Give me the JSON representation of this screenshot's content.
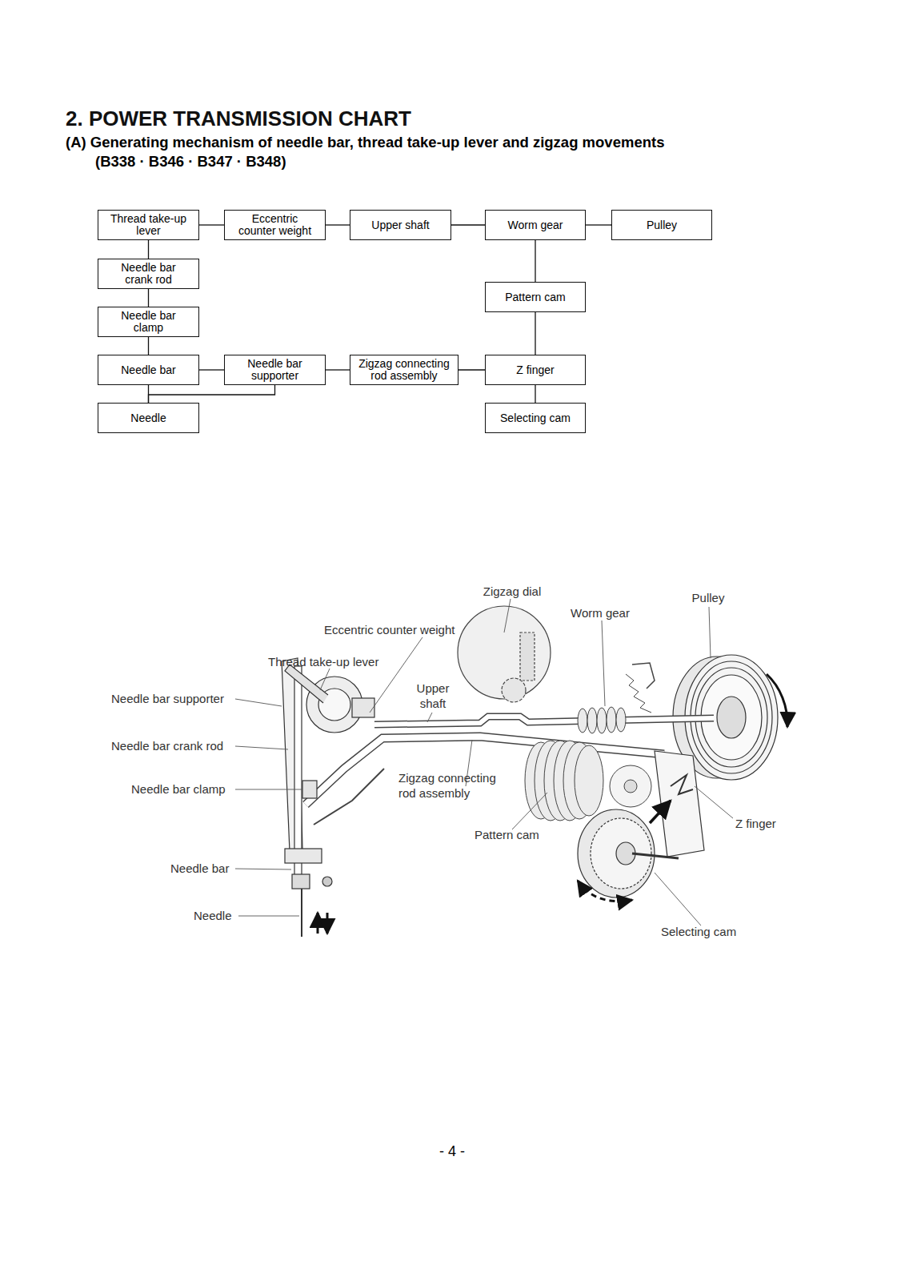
{
  "diagram": {
    "title": "2. POWER TRANSMISSION CHART",
    "nodes": [
      {
        "text": [
          "Thread take-up lever"
        ]
      },
      {
        "text": [
          "Eccentric counter weight"
        ]
      },
      {
        "text": [
          "Upper shaft"
        ]
      },
      {
        "text": [
          "Worm gear"
        ]
      },
      {
        "text": [
          "Pulley"
        ]
      },
      {
        "text": [
          "Needle bar crank rod"
        ]
      },
      {
        "text": [
          "Pattern cam"
        ]
      },
      {
        "text": [
          "Needle bar clamp"
        ]
      },
      {
        "text": [
          "Needle bar"
        ]
      },
      {
        "text": [
          "Needle bar supporter"
        ]
      },
      {
        "text": [
          "Zigzag connecting rod assembly"
        ]
      },
      {
        "text": [
          "Z finger"
        ]
      },
      {
        "text": [
          "Needle"
        ]
      },
      {
        "text": [
          "Selecting cam"
        ]
      }
    ],
    "edges": [
      {
        "from": 0,
        "to": 1,
        "arrow": "none"
      },
      {
        "from": 1,
        "to": 2,
        "arrow": "none"
      },
      {
        "from": 2,
        "to": 3,
        "arrow": "none"
      },
      {
        "from": 3,
        "to": 4,
        "arrow": "none"
      },
      {
        "from": 0,
        "to": 5,
        "arrow": "none"
      },
      {
        "from": 5,
        "to": 7,
        "arrow": "none"
      },
      {
        "from": 7,
        "to": 8,
        "arrow": "none"
      },
      {
        "from": 8,
        "to": 9,
        "arrow": "none"
      },
      {
        "from": 9,
        "to": 10,
        "arrow": "none"
      },
      {
        "from": 10,
        "to": 11,
        "arrow": "none"
      },
      {
        "from": 3,
        "to": 6,
        "arrow": "none"
      },
      {
        "from": 6,
        "to": 11,
        "arrow": "none"
      },
      {
        "from": 11,
        "to": 13,
        "arrow": "none"
      },
      {
        "from": 8,
        "to": 12,
        "arrow": "none"
      },
      {
        "from": 9,
        "to": 12,
        "arrow": "none"
      }
    ],
    "labels": [
      "(A) Generating mechanism of needle bar, thread take-up lever and zigzag movements",
      "(B338 · B346 · B347 · B348)",
      "Zigzag dial",
      "Worm gear",
      "Pulley",
      "Eccentric counter weight",
      "Thread take-up lever",
      "Upper shaft",
      "Needle bar supporter",
      "Needle bar crank rod",
      "Needle bar clamp",
      "Zigzag connecting rod assembly",
      "Pattern cam",
      "Z finger",
      "Needle bar",
      "Needle",
      "Selecting cam",
      "- 4 -"
    ]
  }
}
